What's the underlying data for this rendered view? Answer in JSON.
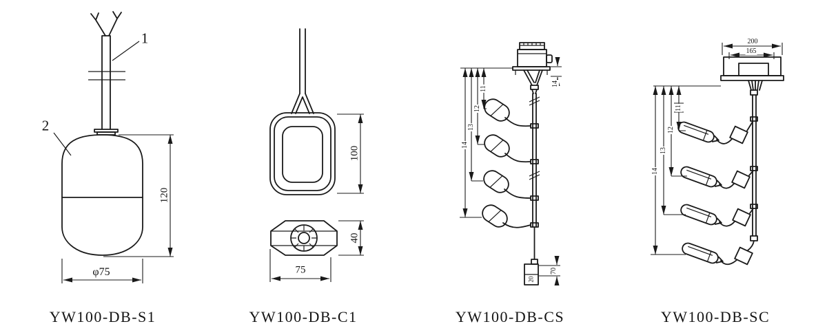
{
  "drawing": {
    "line_color": "#1a1a1a",
    "background": "#ffffff",
    "figures": [
      {
        "caption": "YW100-DB-S1",
        "callout_cable": "1",
        "callout_float": "2",
        "dim_height": "120",
        "dim_diameter": "φ75"
      },
      {
        "caption": "YW100-DB-C1",
        "dim_height": "100",
        "dim_thickness": "40",
        "dim_width": "75"
      },
      {
        "caption": "YW100-DB-CS",
        "dim_l1": "11",
        "dim_l2": "12",
        "dim_l3": "13",
        "dim_l4": "14",
        "dim_head": "14",
        "dim_weight_height": "70",
        "dim_weight_width": "20"
      },
      {
        "caption": "YW100-DB-SC",
        "dim_box_outer": "200",
        "dim_box_inner": "165",
        "dim_l1": "11",
        "dim_l2": "12",
        "dim_l3": "13",
        "dim_l4": "14"
      }
    ]
  }
}
